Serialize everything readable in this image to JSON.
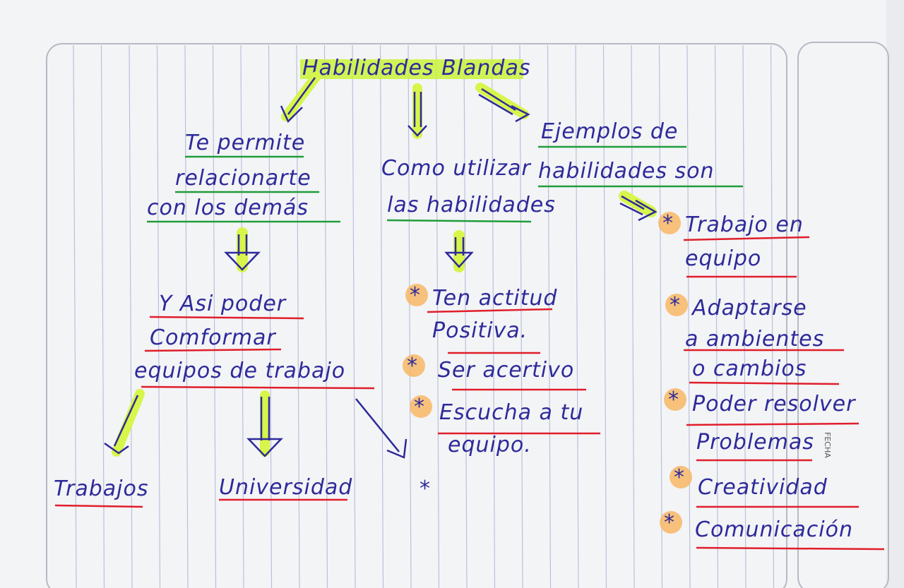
{
  "root": {
    "title": "Habilidades Blandas"
  },
  "left": {
    "lines": [
      "Te permite",
      "relacionarte",
      "con los demás"
    ],
    "next": [
      "Y Asi poder",
      "Comformar",
      "equipos de trabajo"
    ],
    "leaves": [
      "Trabajos",
      "Universidad"
    ]
  },
  "middle": {
    "lines": [
      "Como utilizar",
      "las habilidades"
    ],
    "items": [
      {
        "bullet": "*",
        "lines": [
          "Ten actitud",
          "Positiva."
        ]
      },
      {
        "bullet": "*",
        "lines": [
          "Ser acertivo"
        ]
      },
      {
        "bullet": "*",
        "lines": [
          "Escucha a tu",
          "equipo."
        ]
      }
    ],
    "stray": "*"
  },
  "right": {
    "lines": [
      "Ejemplos de",
      "habilidades son"
    ],
    "items": [
      {
        "bullet": "*",
        "lines": [
          "Trabajo en",
          "equipo"
        ]
      },
      {
        "bullet": "*",
        "lines": [
          "Adaptarse",
          "a ambientes",
          "o cambios"
        ]
      },
      {
        "bullet": "*",
        "lines": [
          "Poder resolver",
          "Problemas"
        ]
      },
      {
        "bullet": "*",
        "lines": [
          "Creatividad"
        ]
      },
      {
        "bullet": "*",
        "lines": [
          "Comunicación"
        ]
      }
    ]
  },
  "paper": {
    "label": "FECHA"
  },
  "colors": {
    "ink": "#2e2a9a",
    "highlight_green": "#c9f23a",
    "highlight_orange": "#f7b766",
    "underline_green": "#1f9d3a",
    "underline_red": "#e01e2a",
    "arrow": "#2e2a9a"
  }
}
